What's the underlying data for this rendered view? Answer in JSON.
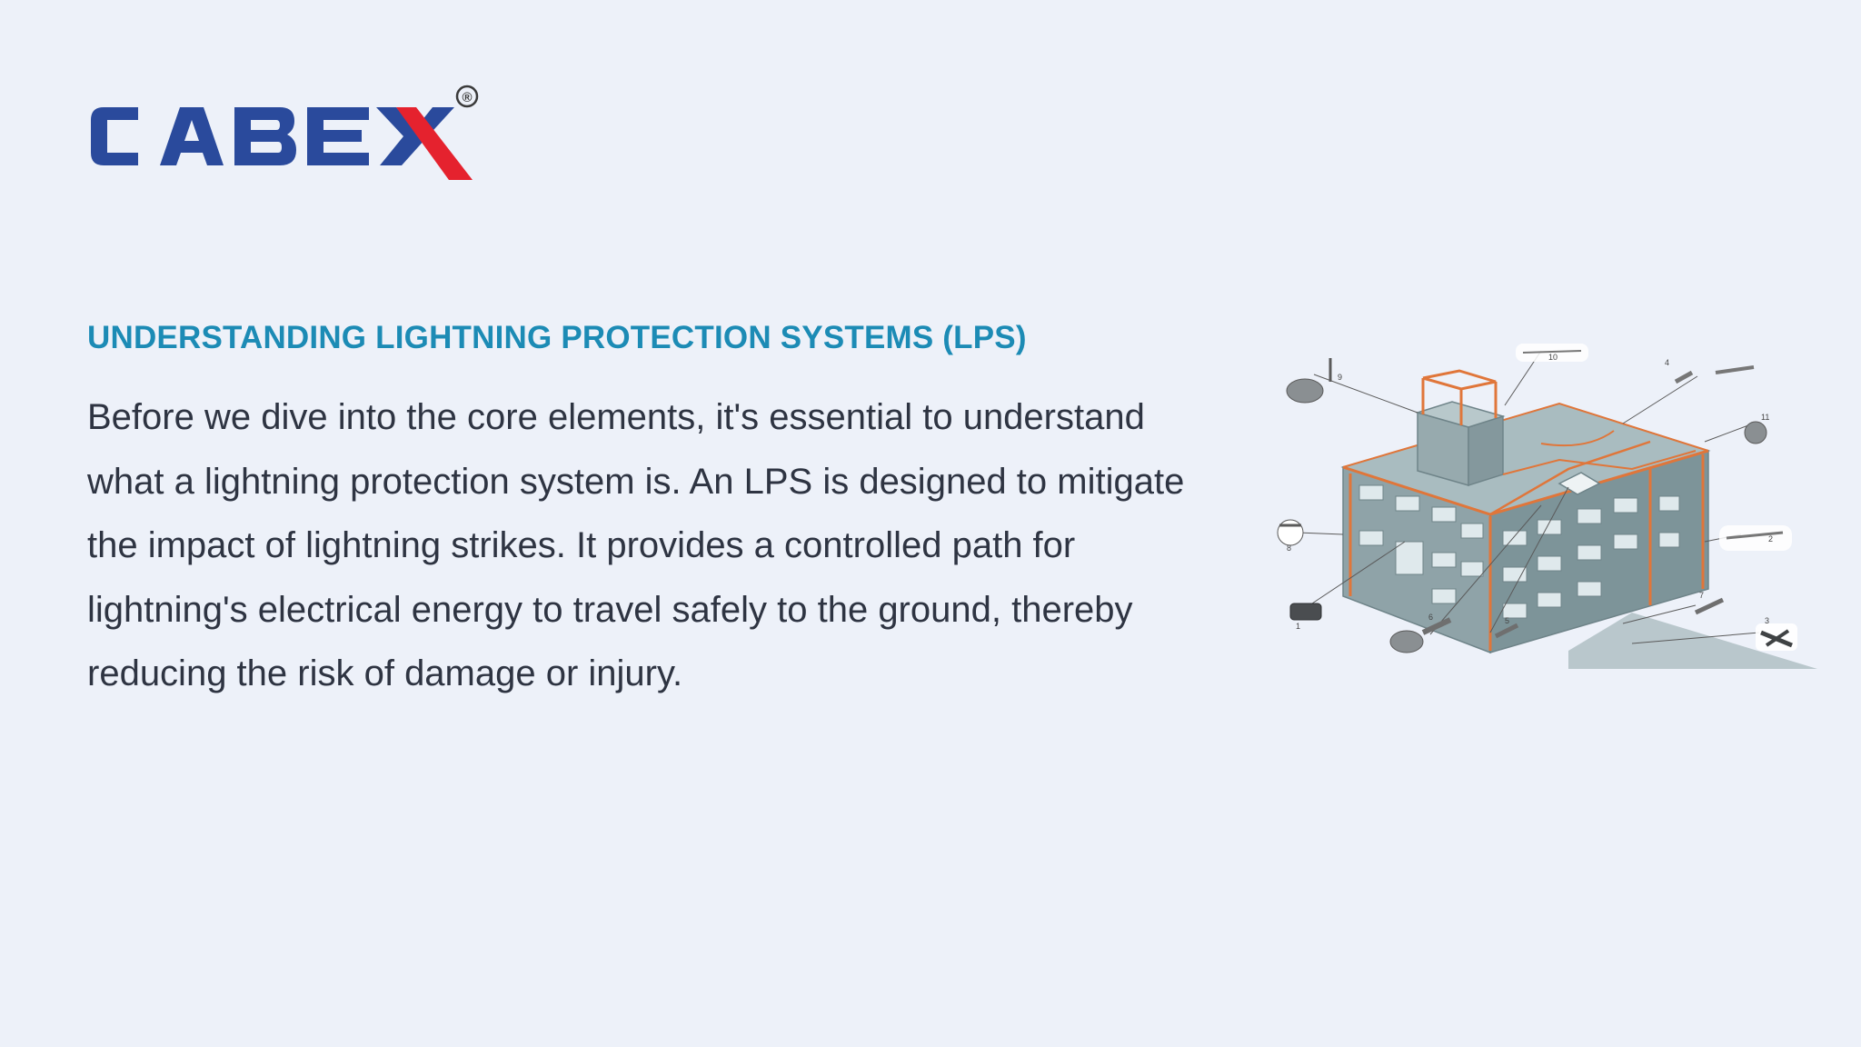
{
  "brand": {
    "name": "CABEX",
    "registered_mark": "®",
    "colors": {
      "primary": "#2a4a9c",
      "accent": "#e5222e"
    }
  },
  "section": {
    "title": "UNDERSTANDING LIGHTNING PROTECTION SYSTEMS (LPS)",
    "body": "Before we dive into the core elements, it's essential to understand what a lightning protection system is. An LPS is designed to mitigate the impact of lightning strikes. It provides a controlled path for lightning's electrical energy to travel safely to the ground, thereby reducing the risk of damage or injury."
  },
  "illustration": {
    "subject": "building-lightning-protection-diagram",
    "callout_numbers": [
      "1",
      "2",
      "3",
      "4",
      "5",
      "6",
      "7",
      "8",
      "9",
      "10",
      "11"
    ]
  },
  "theme": {
    "background": "#edf1f9",
    "title_color": "#1c8bb5",
    "text_color": "#2e3442",
    "conductor_color": "#e0763a",
    "building_color": "#8fa3a8"
  }
}
